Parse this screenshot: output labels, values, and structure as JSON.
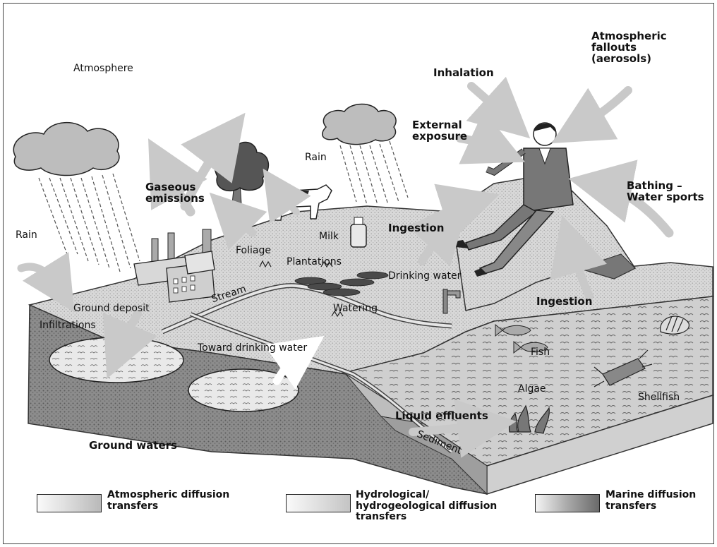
{
  "labels": {
    "atmosphere": "Atmosphere",
    "rain_left": "Rain",
    "rain_center": "Rain",
    "gaseous_emissions": "Gaseous\nemissions",
    "foliage": "Foliage",
    "milk": "Milk",
    "plantations": "Plantations",
    "ingestion_land": "Ingestion",
    "drinking_water": "Drinking water",
    "ground_deposit": "Ground deposit",
    "infiltrations": "Infiltrations",
    "stream": "Stream",
    "watering": "Watering",
    "toward_drinking_water": "Toward drinking water",
    "ground_waters": "Ground waters",
    "external_exposure": "External\nexposure",
    "inhalation": "Inhalation",
    "atmospheric_fallouts": "Atmospheric\nfallouts\n(aerosols)",
    "bathing": "Bathing –\nWater sports",
    "ingestion_sea": "Ingestion",
    "fish": "Fish",
    "algae": "Algae",
    "shellfish": "Shellfish",
    "liquid_effluents": "Liquid effluents",
    "sediment": "Sediment"
  },
  "legend": [
    {
      "label": "Atmospheric diffusion\ntransfers",
      "kind": "atmospheric"
    },
    {
      "label": "Hydrological/\nhydrogeological diffusion\ntransfers",
      "kind": "hydrological"
    },
    {
      "label": "Marine diffusion\ntransfers",
      "kind": "marine"
    }
  ]
}
